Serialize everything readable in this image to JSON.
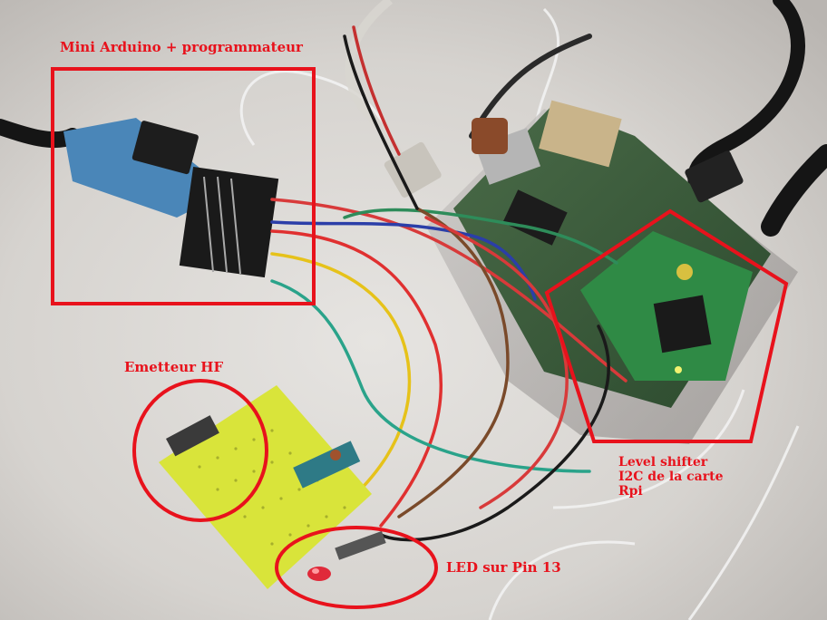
{
  "annotations": {
    "arduino": "Mini Arduino + programmateur",
    "rf_transmitter": "Emetteur HF",
    "level_shifter": "Level shifter I2C de la carte Rpi",
    "led": "LED sur Pin 13"
  },
  "colors": {
    "annotation": "#e8121c",
    "background": "#d9d6d2",
    "rpi_board": "#3a5a3a",
    "shifter_board": "#2f8a45",
    "breadboard": "#d9e43a",
    "arduino_board": "#4a86b8"
  }
}
